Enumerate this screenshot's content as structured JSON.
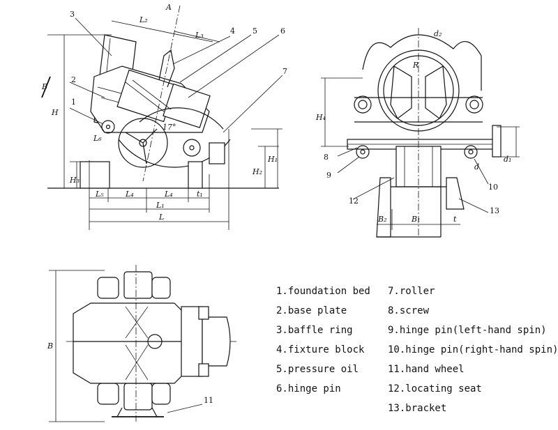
{
  "side_view": {
    "callouts": [
      "3",
      "4",
      "5",
      "6",
      "7",
      "2",
      "1"
    ],
    "dims": {
      "A": "A",
      "B": "B",
      "H": "H",
      "L2": "L₂",
      "L3": "L₃",
      "L6": "L₆",
      "angle": "17°",
      "H3": "H₃",
      "H2": "H₂",
      "H1": "H₁",
      "L5": "L₅",
      "L4a": "L₄",
      "L4b": "L₄",
      "t1": "t₁",
      "L1": "L₁",
      "L": "L"
    }
  },
  "front_view": {
    "callouts": [
      "8",
      "9",
      "12",
      "10",
      "13"
    ],
    "dims": {
      "d2": "d₂",
      "R": "R",
      "H4": "H₄",
      "d": "d",
      "d1": "d₁",
      "B2": "B₂",
      "B1": "B₁",
      "t": "t"
    }
  },
  "top_view": {
    "callouts": [
      "11"
    ],
    "dims": {
      "B": "B"
    }
  },
  "legend": {
    "left": [
      "1.foundation bed",
      "2.base plate",
      "3.baffle ring",
      "4.fixture block",
      "5.pressure oil",
      "6.hinge pin"
    ],
    "right": [
      "7.roller",
      "8.screw",
      "9.hinge pin(left-hand spin)",
      "10.hinge pin(right-hand spin)",
      "11.hand wheel",
      "12.locating seat",
      "13.bracket"
    ]
  }
}
